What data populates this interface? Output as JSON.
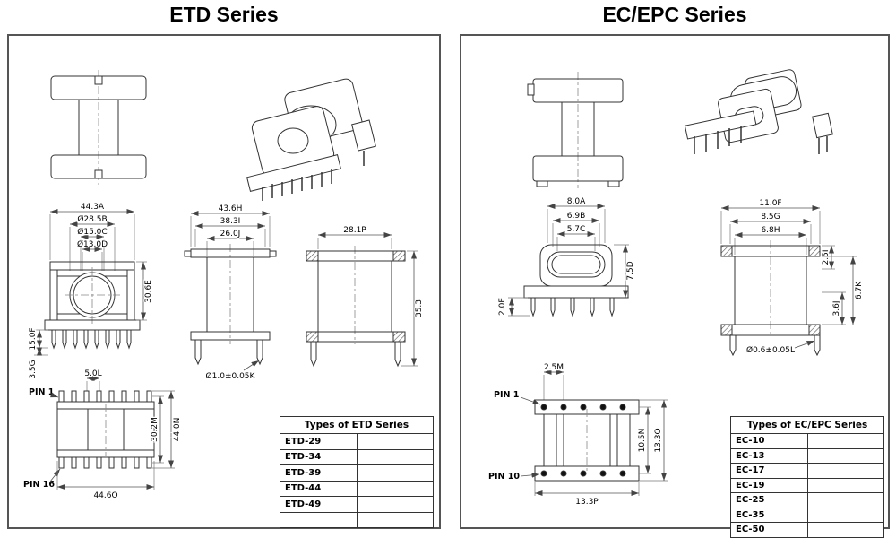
{
  "etd": {
    "title": "ETD Series",
    "dims": {
      "a": "44.3A",
      "b": "Ø28.5B",
      "c": "Ø15.0C",
      "d": "Ø13.0D",
      "e": "30.6E",
      "f": "15.0F",
      "g": "3.5G",
      "h": "43.6H",
      "i": "38.3I",
      "j": "26.0J",
      "k": "Ø1.0±0.05K",
      "p": "28.1P",
      "side_height": "35.3",
      "l": "5.0L",
      "m": "30.2M",
      "n": "44.0N",
      "o": "44.6O",
      "pin_first": "PIN 1",
      "pin_last": "PIN 16"
    },
    "table": {
      "header": "Types of ETD Series",
      "rows": [
        "ETD-29",
        "ETD-34",
        "ETD-39",
        "ETD-44",
        "ETD-49",
        ""
      ]
    }
  },
  "ec": {
    "title": "EC/EPC Series",
    "dims": {
      "a": "8.0A",
      "b": "6.9B",
      "c": "5.7C",
      "d": "7.5D",
      "e": "2.0E",
      "f": "11.0F",
      "g": "8.5G",
      "h": "6.8H",
      "i": "2.5I",
      "j": "3.6J",
      "k": "6.7K",
      "l": "Ø0.6±0.05L",
      "m": "2.5M",
      "n": "10.5N",
      "o": "13.3O",
      "p": "13.3P",
      "pin_first": "PIN 1",
      "pin_last": "PIN 10"
    },
    "table": {
      "header": "Types of EC/EPC Series",
      "rows": [
        "EC-10",
        "EC-13",
        "EC-17",
        "EC-19",
        "EC-25",
        "EC-35",
        "EC-50"
      ]
    }
  }
}
